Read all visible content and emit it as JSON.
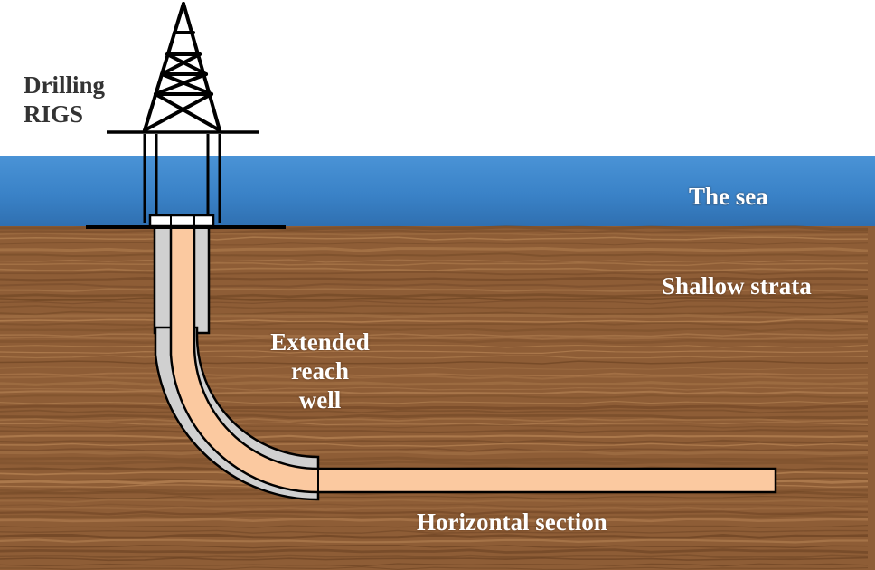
{
  "labels": {
    "rig_line1": "Drilling",
    "rig_line2": "RIGS",
    "sea": "The sea",
    "shallow": "Shallow strata",
    "erw_line1": "Extended",
    "erw_line2": "reach",
    "erw_line3": "well",
    "horizontal": "Horizontal section"
  },
  "colors": {
    "sky": "#ffffff",
    "sea": "#3d87cc",
    "ground": "#8e5d36",
    "ground_dark": "#6b4222",
    "ground_light": "#b98656",
    "casing": "#d0d0d0",
    "wellbore": "#fbc9a0",
    "outline": "#000000",
    "label_dark": "#333333",
    "label_light": "#ffffff"
  }
}
